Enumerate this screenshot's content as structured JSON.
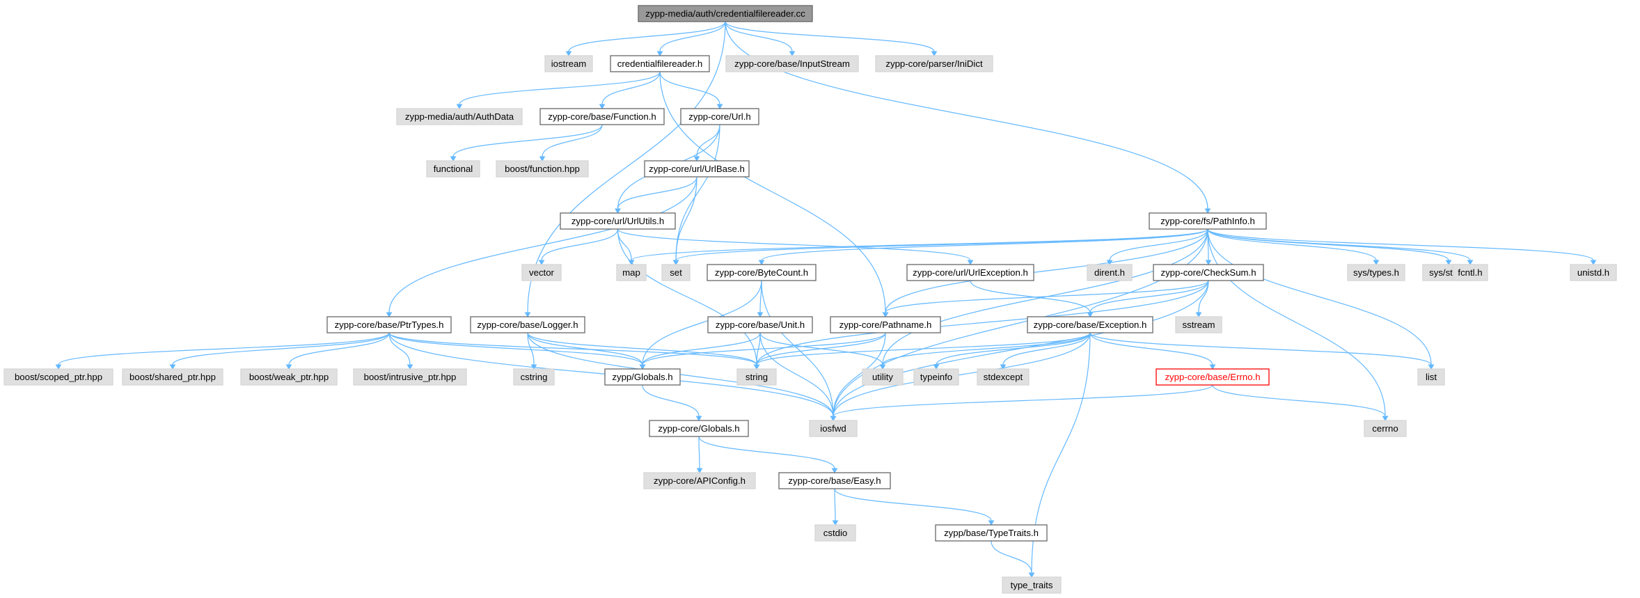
{
  "graph": {
    "colors": {
      "edge": "#63b8ff",
      "root_fill": "#999999",
      "external_fill": "#e0e0e0",
      "local_fill": "#ffffff",
      "highlight_border": "#ff0000"
    },
    "nodes": [
      {
        "id": "root",
        "label": "zypp-media/auth/credentialfilereader.cc",
        "kind": "root"
      },
      {
        "id": "iostream",
        "label": "iostream",
        "kind": "external"
      },
      {
        "id": "cfr_h",
        "label": "credentialfilereader.h",
        "kind": "normal"
      },
      {
        "id": "inputstream",
        "label": "zypp-core/base/InputStream",
        "kind": "external"
      },
      {
        "id": "inidict",
        "label": "zypp-core/parser/IniDict",
        "kind": "external"
      },
      {
        "id": "authdata",
        "label": "zypp-media/auth/AuthData",
        "kind": "external"
      },
      {
        "id": "function_h",
        "label": "zypp-core/base/Function.h",
        "kind": "normal"
      },
      {
        "id": "url_h",
        "label": "zypp-core/Url.h",
        "kind": "normal"
      },
      {
        "id": "functional",
        "label": "functional",
        "kind": "external"
      },
      {
        "id": "boostfunc",
        "label": "boost/function.hpp",
        "kind": "external"
      },
      {
        "id": "urlbase",
        "label": "zypp-core/url/UrlBase.h",
        "kind": "normal"
      },
      {
        "id": "urlutils",
        "label": "zypp-core/url/UrlUtils.h",
        "kind": "normal"
      },
      {
        "id": "pathinfo",
        "label": "zypp-core/fs/PathInfo.h",
        "kind": "normal"
      },
      {
        "id": "vector",
        "label": "vector",
        "kind": "external"
      },
      {
        "id": "map",
        "label": "map",
        "kind": "external"
      },
      {
        "id": "set",
        "label": "set",
        "kind": "external"
      },
      {
        "id": "bytecount",
        "label": "zypp-core/ByteCount.h",
        "kind": "normal"
      },
      {
        "id": "urlexc",
        "label": "zypp-core/url/UrlException.h",
        "kind": "normal"
      },
      {
        "id": "dirent",
        "label": "dirent.h",
        "kind": "external"
      },
      {
        "id": "checksum",
        "label": "zypp-core/CheckSum.h",
        "kind": "normal"
      },
      {
        "id": "systypes",
        "label": "sys/types.h",
        "kind": "external"
      },
      {
        "id": "sysstat",
        "label": "sys/stat.h",
        "kind": "external"
      },
      {
        "id": "fcntl",
        "label": "fcntl.h",
        "kind": "external"
      },
      {
        "id": "unistd",
        "label": "unistd.h",
        "kind": "external"
      },
      {
        "id": "ptrtypes",
        "label": "zypp-core/base/PtrTypes.h",
        "kind": "normal"
      },
      {
        "id": "logger",
        "label": "zypp-core/base/Logger.h",
        "kind": "normal"
      },
      {
        "id": "unit",
        "label": "zypp-core/base/Unit.h",
        "kind": "normal"
      },
      {
        "id": "pathname",
        "label": "zypp-core/Pathname.h",
        "kind": "normal"
      },
      {
        "id": "sstream",
        "label": "sstream",
        "kind": "external"
      },
      {
        "id": "exception",
        "label": "zypp-core/base/Exception.h",
        "kind": "normal"
      },
      {
        "id": "scoped",
        "label": "boost/scoped_ptr.hpp",
        "kind": "external"
      },
      {
        "id": "shared",
        "label": "boost/shared_ptr.hpp",
        "kind": "external"
      },
      {
        "id": "weak",
        "label": "boost/weak_ptr.hpp",
        "kind": "external"
      },
      {
        "id": "intrusive",
        "label": "boost/intrusive_ptr.hpp",
        "kind": "external"
      },
      {
        "id": "cstring",
        "label": "cstring",
        "kind": "external"
      },
      {
        "id": "zyppglobals",
        "label": "zypp/Globals.h",
        "kind": "normal"
      },
      {
        "id": "string",
        "label": "string",
        "kind": "external"
      },
      {
        "id": "utility",
        "label": "utility",
        "kind": "external"
      },
      {
        "id": "typeinfo",
        "label": "typeinfo",
        "kind": "external"
      },
      {
        "id": "stdexcept",
        "label": "stdexcept",
        "kind": "external"
      },
      {
        "id": "errno_h",
        "label": "zypp-core/base/Errno.h",
        "kind": "highlight"
      },
      {
        "id": "list",
        "label": "list",
        "kind": "external"
      },
      {
        "id": "iosfwd",
        "label": "iosfwd",
        "kind": "external"
      },
      {
        "id": "cerrno",
        "label": "cerrno",
        "kind": "external"
      },
      {
        "id": "coreglobals",
        "label": "zypp-core/Globals.h",
        "kind": "normal"
      },
      {
        "id": "apiconfig",
        "label": "zypp-core/APIConfig.h",
        "kind": "external"
      },
      {
        "id": "easy",
        "label": "zypp-core/base/Easy.h",
        "kind": "normal"
      },
      {
        "id": "cstdio",
        "label": "cstdio",
        "kind": "external"
      },
      {
        "id": "typetraits_h",
        "label": "zypp/base/TypeTraits.h",
        "kind": "normal"
      },
      {
        "id": "type_traits",
        "label": "type_traits",
        "kind": "external"
      }
    ],
    "edges": [
      [
        "root",
        "iostream"
      ],
      [
        "root",
        "cfr_h"
      ],
      [
        "root",
        "inputstream"
      ],
      [
        "root",
        "inidict"
      ],
      [
        "root",
        "logger"
      ],
      [
        "root",
        "pathinfo"
      ],
      [
        "cfr_h",
        "authdata"
      ],
      [
        "cfr_h",
        "function_h"
      ],
      [
        "cfr_h",
        "url_h"
      ],
      [
        "cfr_h",
        "pathname"
      ],
      [
        "function_h",
        "functional"
      ],
      [
        "function_h",
        "boostfunc"
      ],
      [
        "url_h",
        "urlbase"
      ],
      [
        "url_h",
        "urlutils"
      ],
      [
        "url_h",
        "set"
      ],
      [
        "urlbase",
        "urlutils"
      ],
      [
        "urlbase",
        "set"
      ],
      [
        "urlbase",
        "ptrtypes"
      ],
      [
        "urlutils",
        "vector"
      ],
      [
        "urlutils",
        "map"
      ],
      [
        "urlutils",
        "string"
      ],
      [
        "urlutils",
        "urlexc"
      ],
      [
        "pathinfo",
        "map"
      ],
      [
        "pathinfo",
        "set"
      ],
      [
        "pathinfo",
        "bytecount"
      ],
      [
        "pathinfo",
        "dirent"
      ],
      [
        "pathinfo",
        "checksum"
      ],
      [
        "pathinfo",
        "systypes"
      ],
      [
        "pathinfo",
        "sysstat"
      ],
      [
        "pathinfo",
        "fcntl"
      ],
      [
        "pathinfo",
        "unistd"
      ],
      [
        "pathinfo",
        "pathname"
      ],
      [
        "pathinfo",
        "utility"
      ],
      [
        "pathinfo",
        "list"
      ],
      [
        "pathinfo",
        "iosfwd"
      ],
      [
        "pathinfo",
        "cerrno"
      ],
      [
        "bytecount",
        "unit"
      ],
      [
        "bytecount",
        "zyppglobals"
      ],
      [
        "bytecount",
        "iosfwd"
      ],
      [
        "urlexc",
        "exception"
      ],
      [
        "checksum",
        "pathname"
      ],
      [
        "checksum",
        "sstream"
      ],
      [
        "checksum",
        "exception"
      ],
      [
        "checksum",
        "string"
      ],
      [
        "checksum",
        "iosfwd"
      ],
      [
        "ptrtypes",
        "scoped"
      ],
      [
        "ptrtypes",
        "shared"
      ],
      [
        "ptrtypes",
        "weak"
      ],
      [
        "ptrtypes",
        "intrusive"
      ],
      [
        "ptrtypes",
        "zyppglobals"
      ],
      [
        "ptrtypes",
        "string"
      ],
      [
        "ptrtypes",
        "iosfwd"
      ],
      [
        "logger",
        "cstring"
      ],
      [
        "logger",
        "zyppglobals"
      ],
      [
        "logger",
        "string"
      ],
      [
        "logger",
        "iosfwd"
      ],
      [
        "unit",
        "zyppglobals"
      ],
      [
        "unit",
        "string"
      ],
      [
        "unit",
        "utility"
      ],
      [
        "unit",
        "iosfwd"
      ],
      [
        "pathname",
        "zyppglobals"
      ],
      [
        "pathname",
        "string"
      ],
      [
        "pathname",
        "iosfwd"
      ],
      [
        "exception",
        "string"
      ],
      [
        "exception",
        "utility"
      ],
      [
        "exception",
        "typeinfo"
      ],
      [
        "exception",
        "stdexcept"
      ],
      [
        "exception",
        "errno_h"
      ],
      [
        "exception",
        "list"
      ],
      [
        "exception",
        "iosfwd"
      ],
      [
        "exception",
        "type_traits"
      ],
      [
        "errno_h",
        "cerrno"
      ],
      [
        "errno_h",
        "iosfwd"
      ],
      [
        "zyppglobals",
        "coreglobals"
      ],
      [
        "coreglobals",
        "apiconfig"
      ],
      [
        "coreglobals",
        "easy"
      ],
      [
        "easy",
        "cstdio"
      ],
      [
        "easy",
        "typetraits_h"
      ],
      [
        "typetraits_h",
        "type_traits"
      ]
    ]
  }
}
